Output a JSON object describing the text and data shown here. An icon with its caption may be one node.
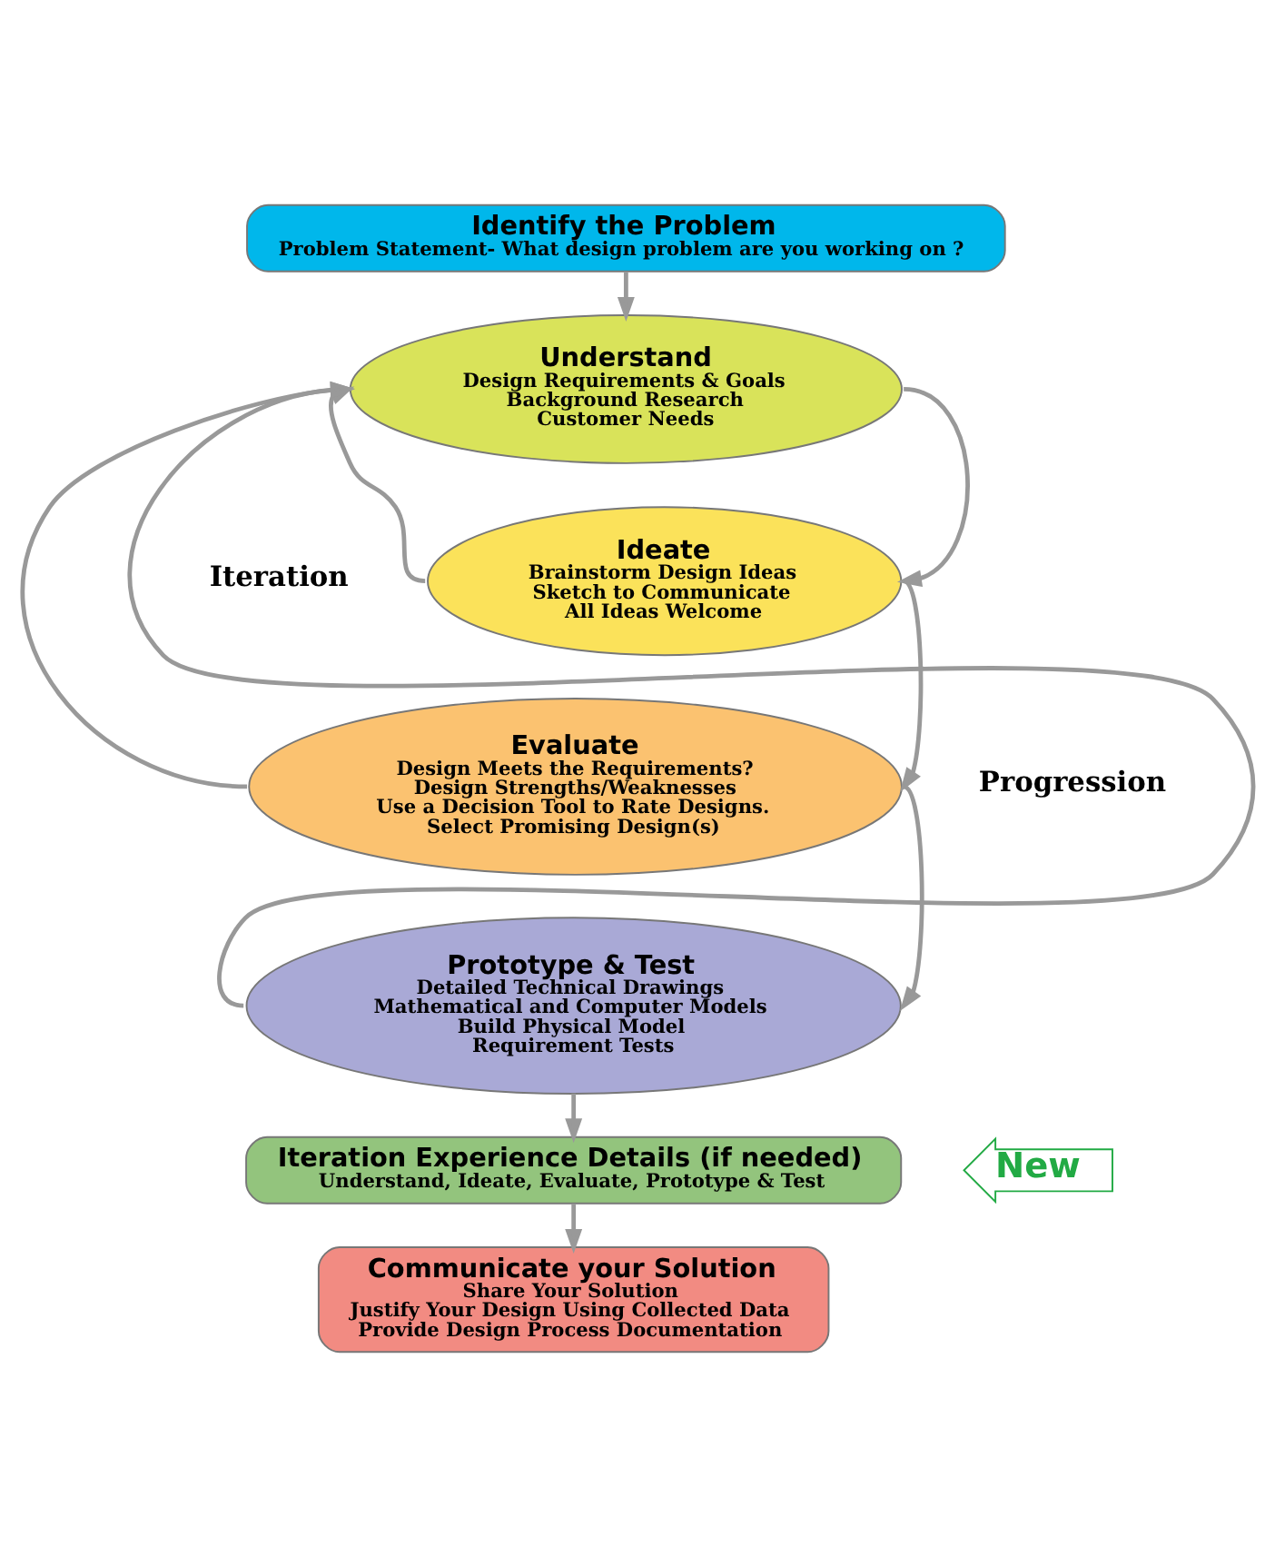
{
  "diagram": {
    "nodes": [
      {
        "text": [
          "Identify the Problem",
          "Problem Statement- What design problem are you working on ?"
        ]
      },
      {
        "text": [
          "Understand",
          "Design Requirements & Goals",
          "Background Research",
          "Customer Needs"
        ]
      },
      {
        "text": [
          "Ideate",
          "Brainstorm Design Ideas",
          "Sketch to Communicate",
          "All Ideas Welcome"
        ]
      },
      {
        "text": [
          "Evaluate",
          "Design Meets the Requirements?",
          "Design Strengths/Weaknesses",
          "Use a Decision Tool to Rate Designs.",
          "Select Promising Design(s)"
        ]
      },
      {
        "text": [
          "Prototype & Test",
          "Detailed Technical Drawings",
          "Mathematical and Computer Models",
          "Build Physical Model",
          "Requirement Tests"
        ]
      },
      {
        "text": [
          "Iteration Experience Details (if needed)",
          "Understand, Ideate, Evaluate, Prototype & Test"
        ]
      },
      {
        "text": [
          "New"
        ]
      },
      {
        "text": [
          "Communicate your Solution",
          "Share Your Solution",
          "Justify Your Design Using Collected Data",
          "Provide Design Process Documentation"
        ]
      }
    ],
    "edges": [
      {
        "from": 0,
        "to": 1,
        "arrow": "to"
      },
      {
        "from": 1,
        "to": 2,
        "arrow": "to"
      },
      {
        "from": 2,
        "to": 3,
        "arrow": "to"
      },
      {
        "from": 3,
        "to": 4,
        "arrow": "to"
      },
      {
        "from": 2,
        "to": 1,
        "arrow": "to"
      },
      {
        "from": 3,
        "to": 1,
        "arrow": "to"
      },
      {
        "from": 4,
        "to": 1,
        "arrow": "to"
      },
      {
        "from": 4,
        "to": 5,
        "arrow": "to"
      },
      {
        "from": 5,
        "to": 7,
        "arrow": "to"
      }
    ],
    "labels": [
      "Iteration",
      "Progression"
    ]
  }
}
